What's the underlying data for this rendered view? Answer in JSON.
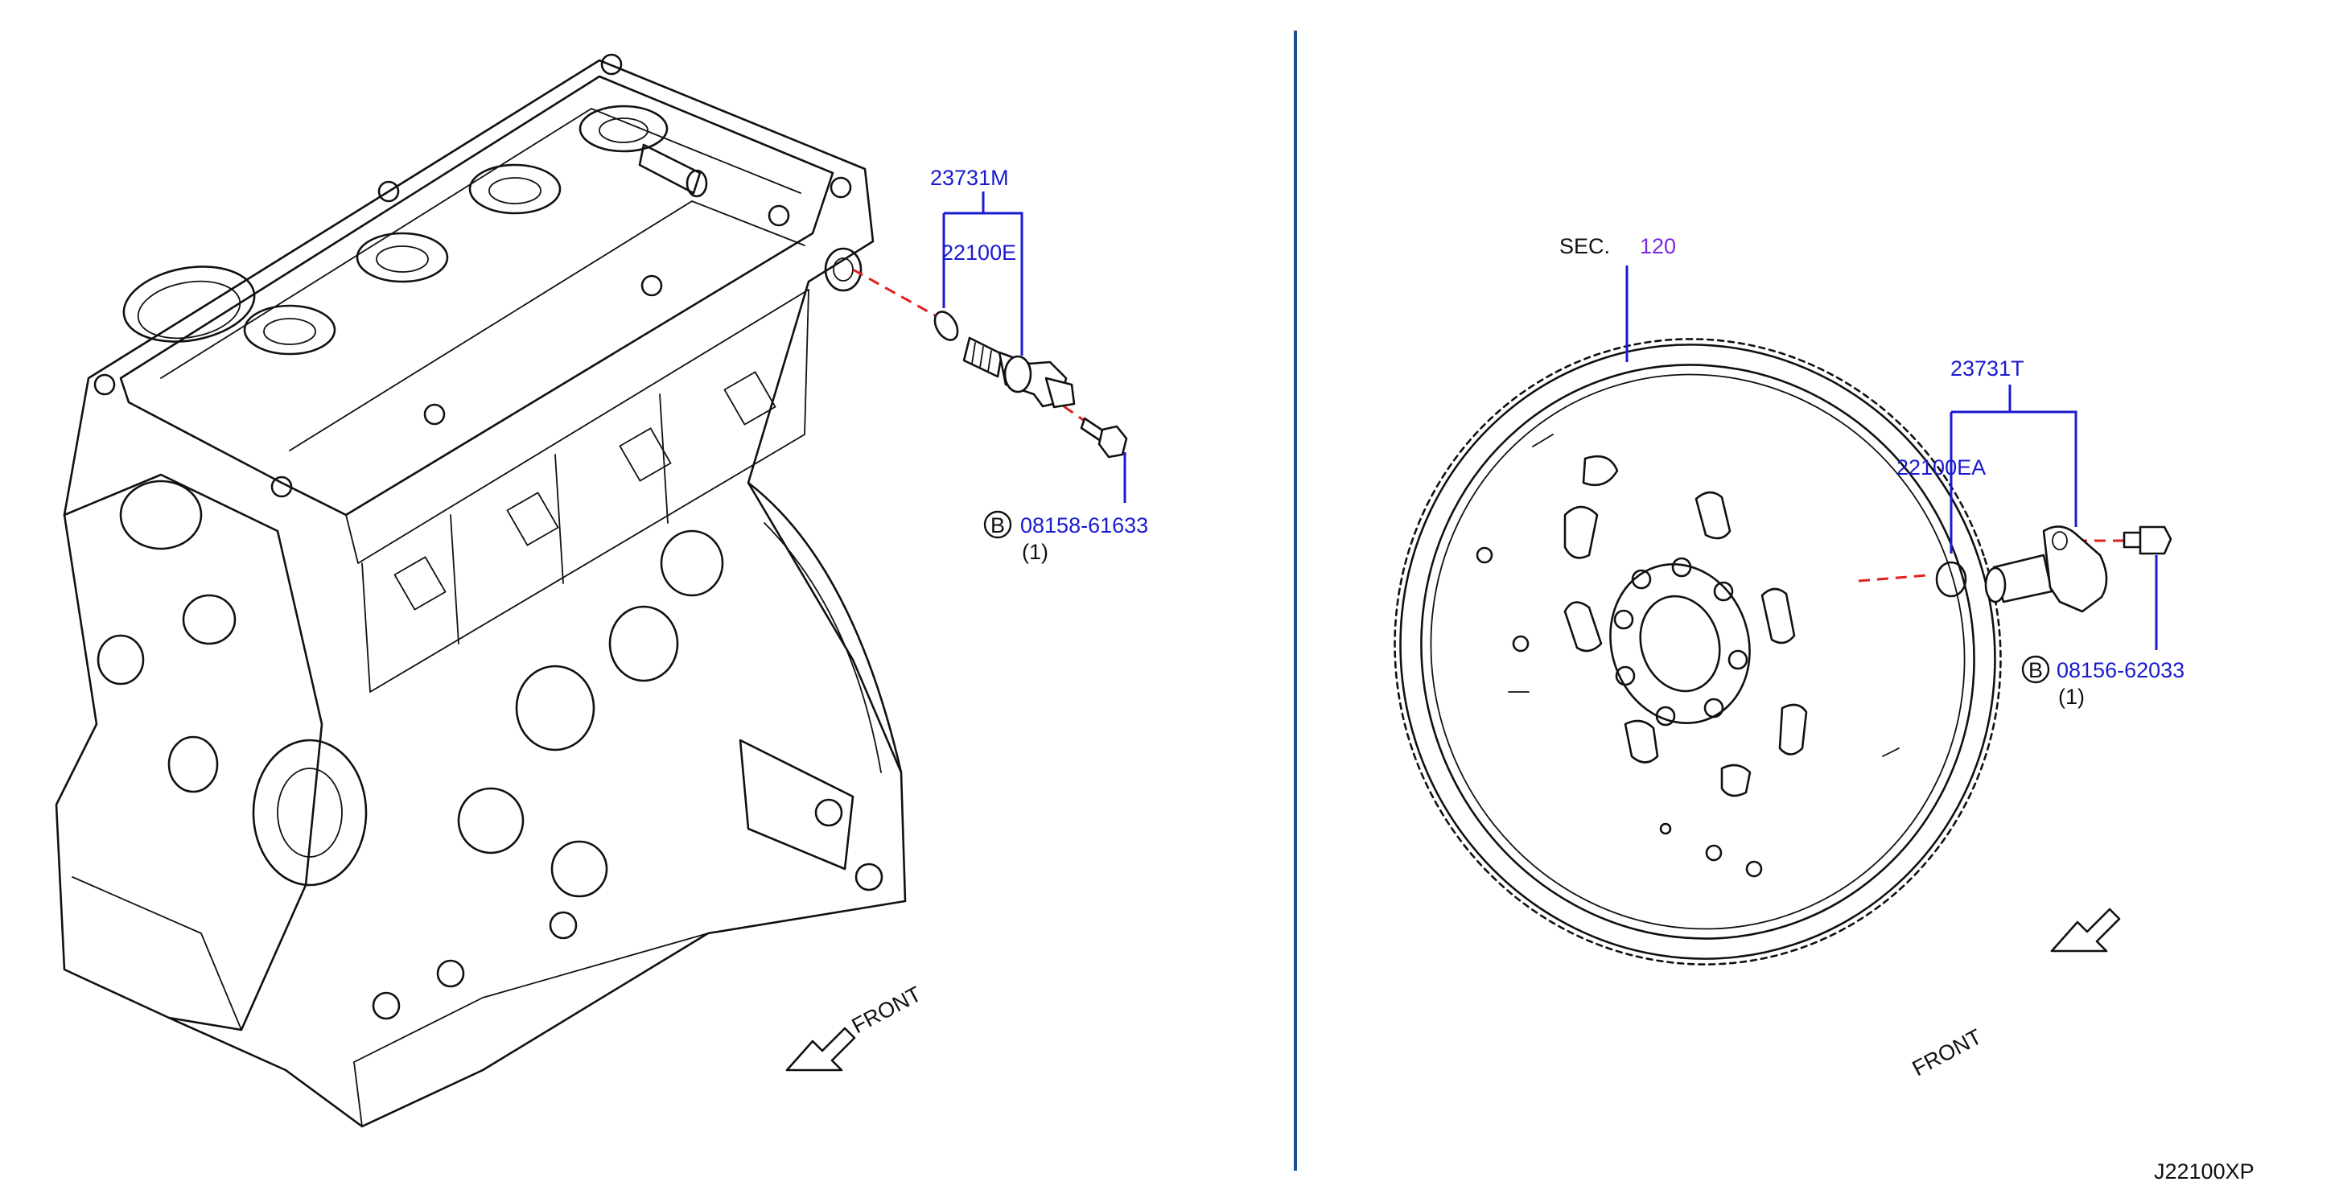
{
  "diagram_id": "J22100XP",
  "left_assembly": {
    "sensor_part": "23731M",
    "oring_part": "22100E",
    "bolt_marker": "B",
    "bolt_part": "08158-61633",
    "bolt_qty": "(1)",
    "direction": "FRONT"
  },
  "right_assembly": {
    "section_prefix": "SEC.",
    "section_number": "120",
    "sensor_part": "23731T",
    "oring_part": "22100EA",
    "bolt_marker": "B",
    "bolt_part": "08156-62033",
    "bolt_qty": "(1)",
    "direction": "FRONT"
  },
  "colors": {
    "callout": "#1a1ad0",
    "section_ref": "#7a2ad8",
    "divider": "#1f4f8f",
    "dashed_guide": "#e02020",
    "linework": "#111111"
  }
}
